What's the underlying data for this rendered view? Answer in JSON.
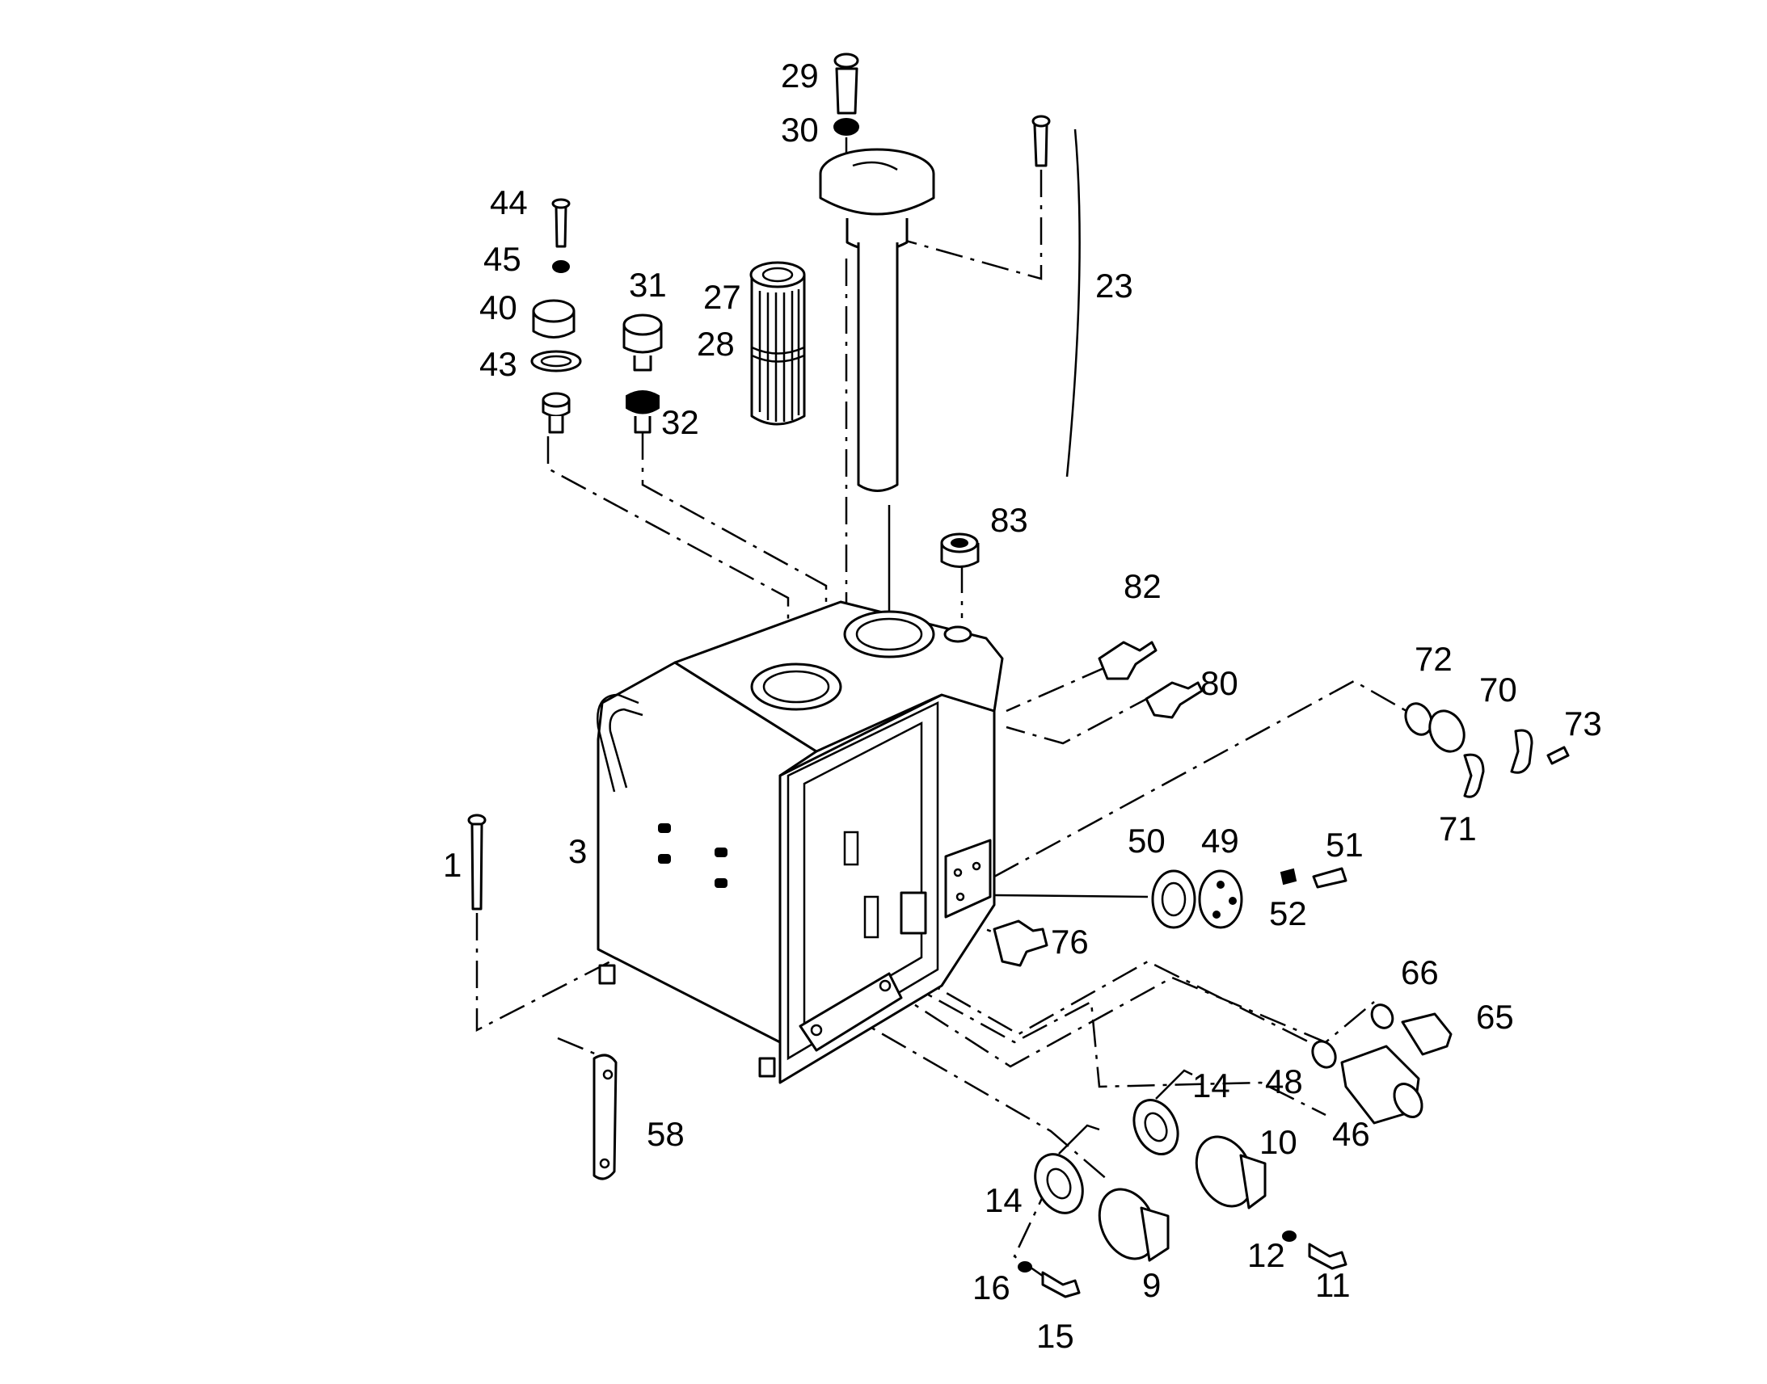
{
  "diagram": {
    "callouts": {
      "c1": "1",
      "c3": "3",
      "c9": "9",
      "c10": "10",
      "c11": "11",
      "c12": "12",
      "c14a": "14",
      "c14b": "14",
      "c15": "15",
      "c16": "16",
      "c23": "23",
      "c27": "27",
      "c28": "28",
      "c29": "29",
      "c30": "30",
      "c31": "31",
      "c32": "32",
      "c40": "40",
      "c43": "43",
      "c44": "44",
      "c45": "45",
      "c46": "46",
      "c48": "48",
      "c49": "49",
      "c50": "50",
      "c51": "51",
      "c52": "52",
      "c58": "58",
      "c65": "65",
      "c66": "66",
      "c70": "70",
      "c71": "71",
      "c72": "72",
      "c73": "73",
      "c76": "76",
      "c80": "80",
      "c82": "82",
      "c83": "83"
    }
  }
}
